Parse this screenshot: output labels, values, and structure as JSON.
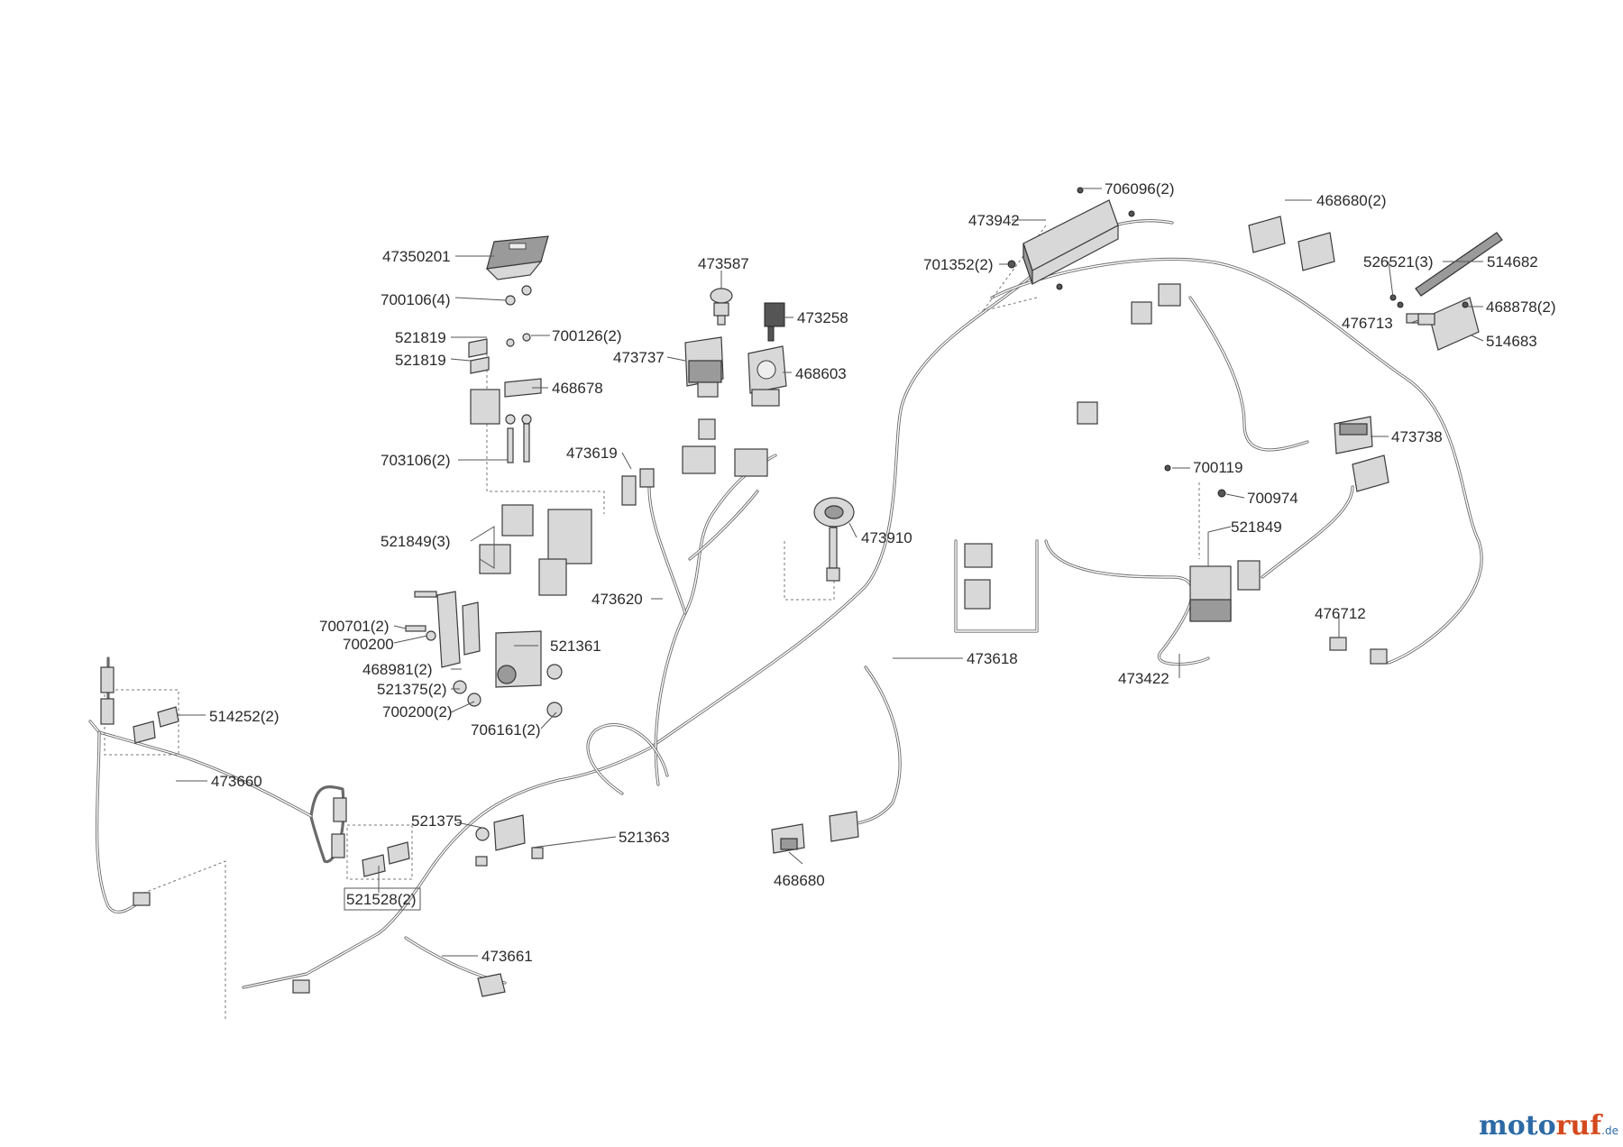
{
  "labels": {
    "p47350201": "47350201",
    "p700106_4": "700106(4)",
    "p521819_a": "521819",
    "p521819_b": "521819",
    "p700126_2": "700126(2)",
    "p468678": "468678",
    "p703106_2": "703106(2)",
    "p473587": "473587",
    "p473258": "473258",
    "p473737": "473737",
    "p468603": "468603",
    "p473619": "473619",
    "p521849_3": "521849(3)",
    "p473910": "473910",
    "p473620": "473620",
    "p700701_2": "700701(2)",
    "p700200": "700200",
    "p521361": "521361",
    "p468981_2": "468981(2)",
    "p521375_2": "521375(2)",
    "p700200_2": "700200(2)",
    "p706161_2": "706161(2)",
    "p514252_2": "514252(2)",
    "p473660": "473660",
    "p521375": "521375",
    "p521363": "521363",
    "p521528_2": "521528(2)",
    "p473661": "473661",
    "p468680": "468680",
    "p473618": "473618",
    "p706096_2": "706096(2)",
    "p473942": "473942",
    "p701352_2": "701352(2)",
    "p468680_2": "468680(2)",
    "p526521_3": "526521(3)",
    "p514682": "514682",
    "p468878_2": "468878(2)",
    "p476713": "476713",
    "p514683": "514683",
    "p473738": "473738",
    "p700119": "700119",
    "p700974": "700974",
    "p521849": "521849",
    "p476712": "476712",
    "p473422": "473422"
  },
  "watermark": {
    "part1": "moto",
    "part2": "ruf",
    "suffix": ".de"
  },
  "colors": {
    "wire": "#6a6a6a",
    "label": "#2a2a2a",
    "watermark_blue": "#2d6aa6",
    "watermark_orange": "#d44a1e"
  }
}
